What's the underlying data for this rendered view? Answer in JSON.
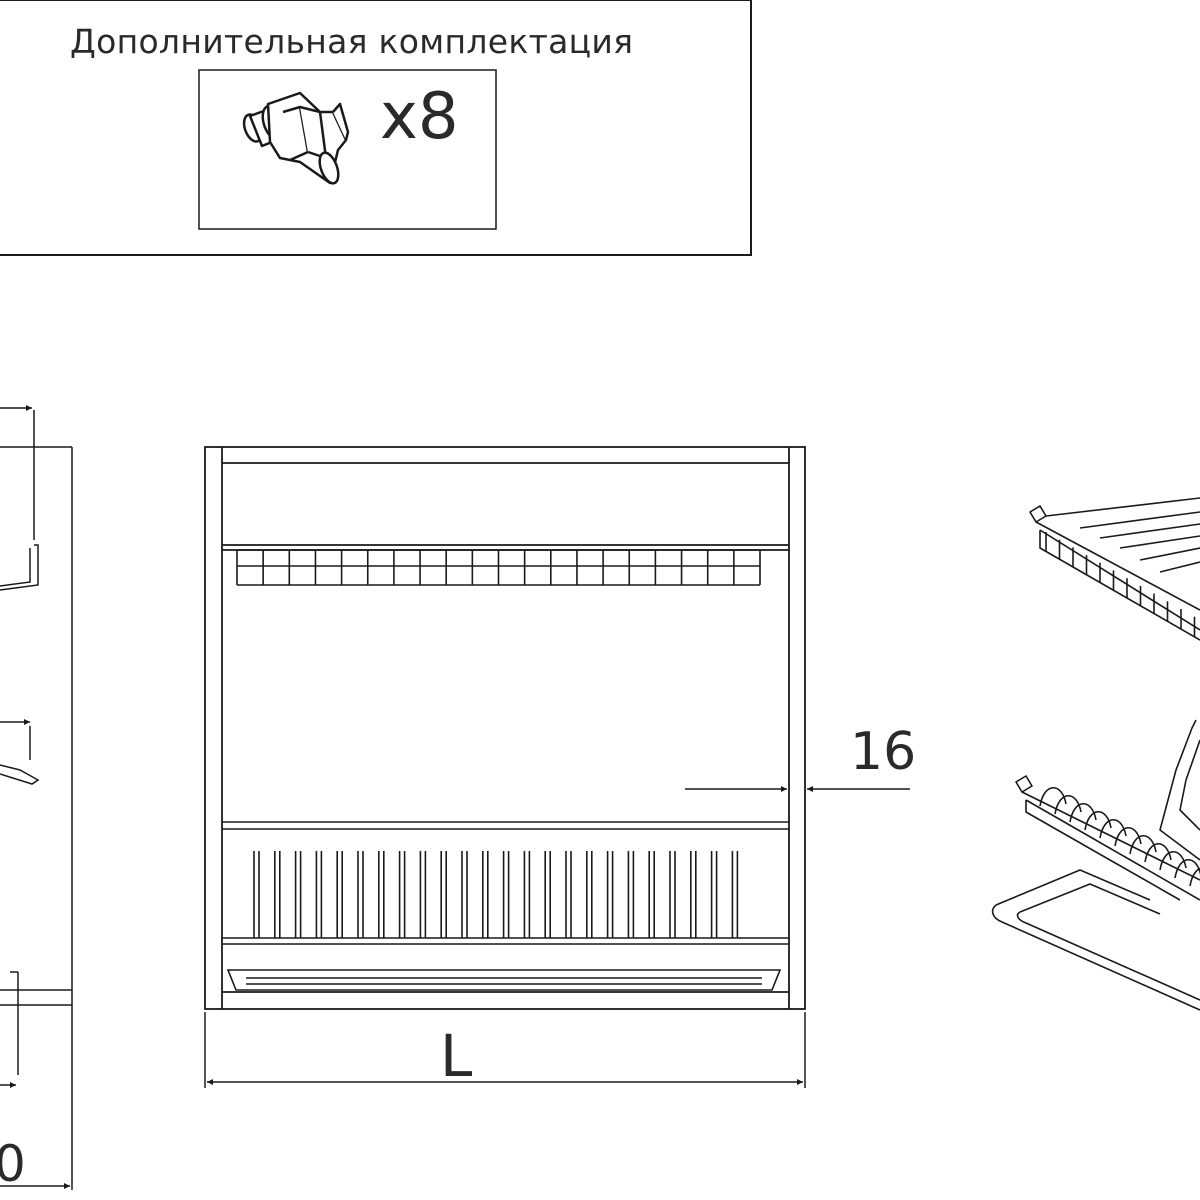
{
  "header": {
    "title": "Дополнительная комплектация"
  },
  "accessory": {
    "icon": "dowel-icon",
    "quantity": "x8"
  },
  "dimensions": {
    "side_gap": "16",
    "width": "L",
    "depth_partial": "0"
  },
  "colors": {
    "stroke": "#1a1a1a",
    "background": "#ffffff"
  }
}
